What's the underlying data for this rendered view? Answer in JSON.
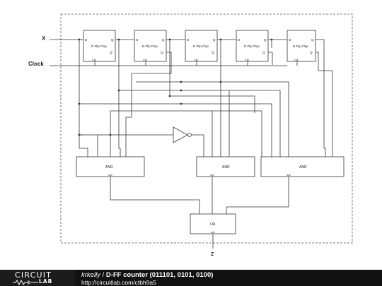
{
  "inputs": {
    "x": "X",
    "clock": "Clock"
  },
  "output": {
    "z": "Z"
  },
  "flip_flops": [
    {
      "title": "D Flip Flop",
      "d": "D",
      "q": "Q",
      "qbar": "Q'",
      "clk": "Clk"
    },
    {
      "title": "D Flip Flop",
      "d": "D",
      "q": "Q",
      "qbar": "Q'",
      "clk": "Clk"
    },
    {
      "title": "D Flip Flop",
      "d": "D",
      "q": "Q",
      "qbar": "Q'",
      "clk": "Clk"
    },
    {
      "title": "D Flip Flop",
      "d": "D",
      "q": "Q",
      "qbar": "Q'",
      "clk": "Clk"
    },
    {
      "title": "D Flip Flop",
      "d": "D",
      "q": "Q",
      "qbar": "Q'",
      "clk": "Clk"
    }
  ],
  "gates": {
    "and1": {
      "label": "AND",
      "out": "out"
    },
    "and2": {
      "label": "AND",
      "out": "out"
    },
    "and3": {
      "label": "AND",
      "out": "out"
    },
    "or": {
      "label": "OR",
      "out": "out"
    }
  },
  "footer": {
    "logo_top": "CIRCUIT",
    "logo_bottom": "LAB",
    "author": "krkelly",
    "separator": " / ",
    "title": "D-FF counter (011101, 0101, 0100)",
    "url": "http://circuitlab.com/ctbh9a5"
  }
}
